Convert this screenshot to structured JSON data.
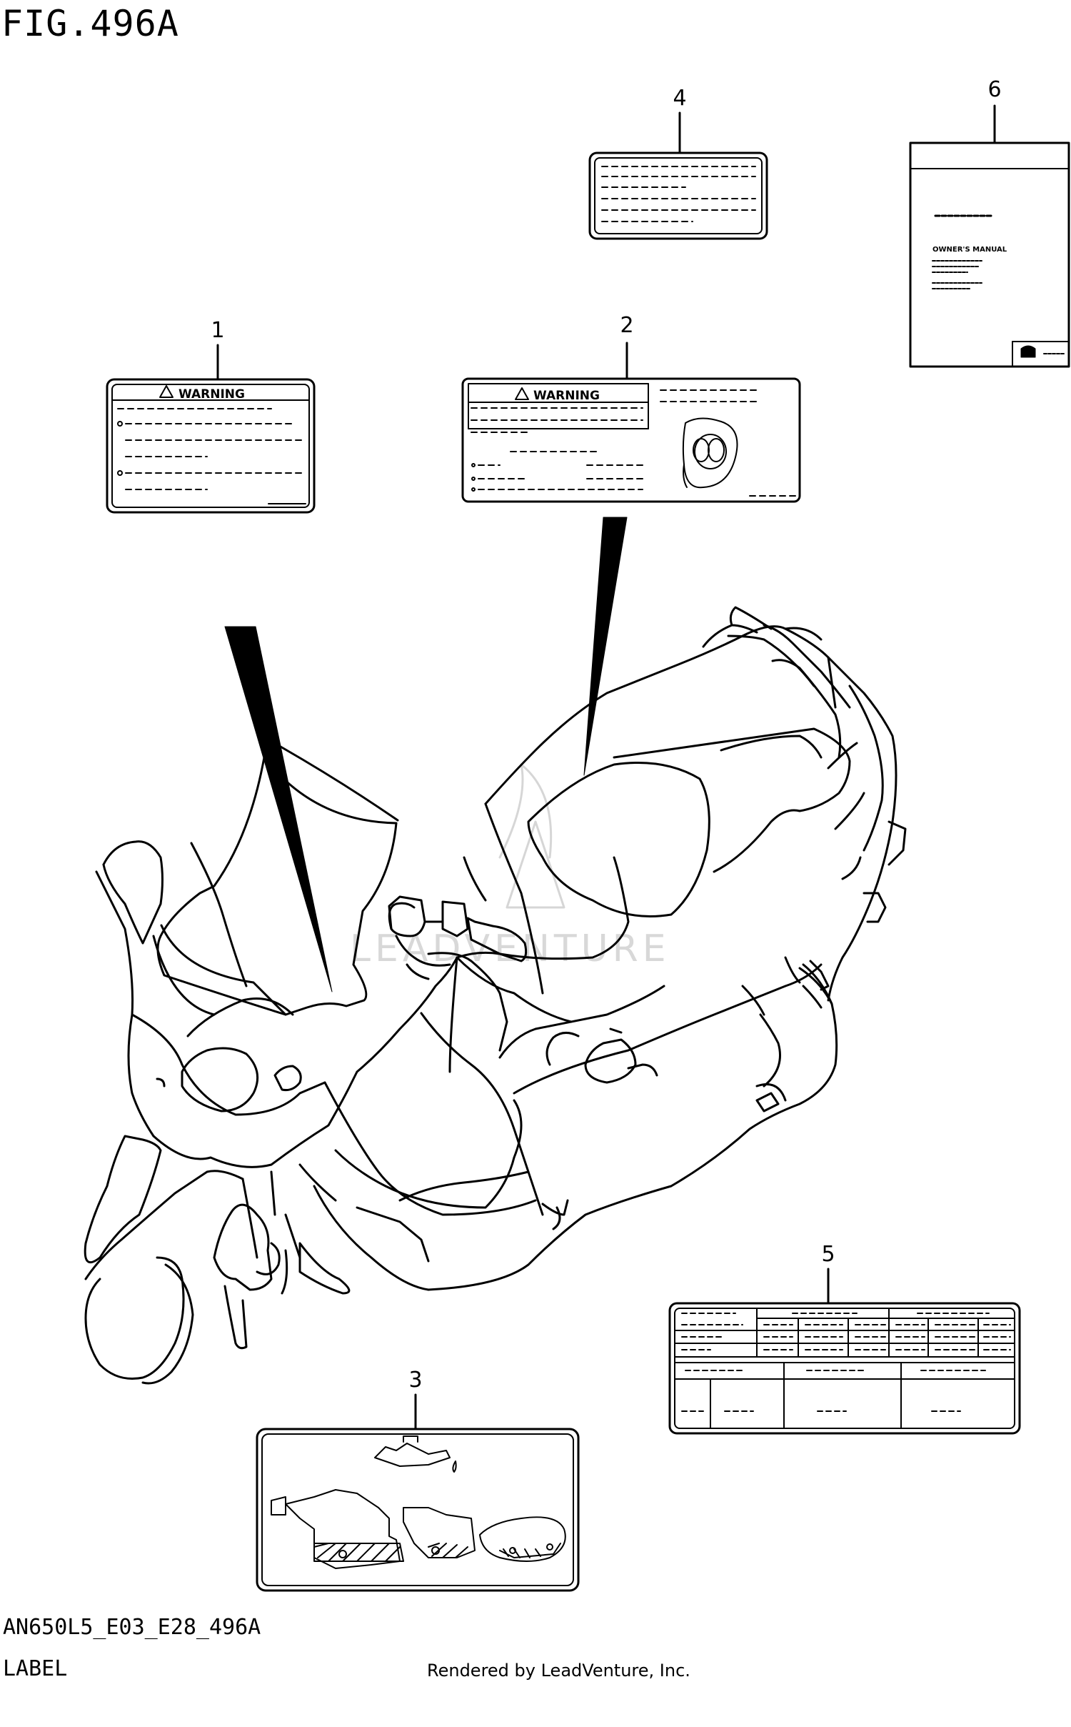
{
  "figure": {
    "title": "FIG.496A"
  },
  "footer": {
    "code": "AN650L5_E03_E28_496A",
    "label": "LABEL",
    "credit": "Rendered by LeadVenture, Inc."
  },
  "watermark": {
    "text": "LEADVENTURE"
  },
  "callouts": {
    "c1": "1",
    "c2": "2",
    "c3": "3",
    "c4": "4",
    "c5": "5",
    "c6": "6"
  },
  "labels": {
    "warning_label_1": {
      "heading": "WARNING"
    },
    "warning_label_2": {
      "heading": "WARNING"
    },
    "manual": {
      "heading": "OWNER'S MANUAL"
    }
  },
  "icons": [
    "warning-triangle-icon",
    "oil-can-icon",
    "helmet-icon"
  ]
}
